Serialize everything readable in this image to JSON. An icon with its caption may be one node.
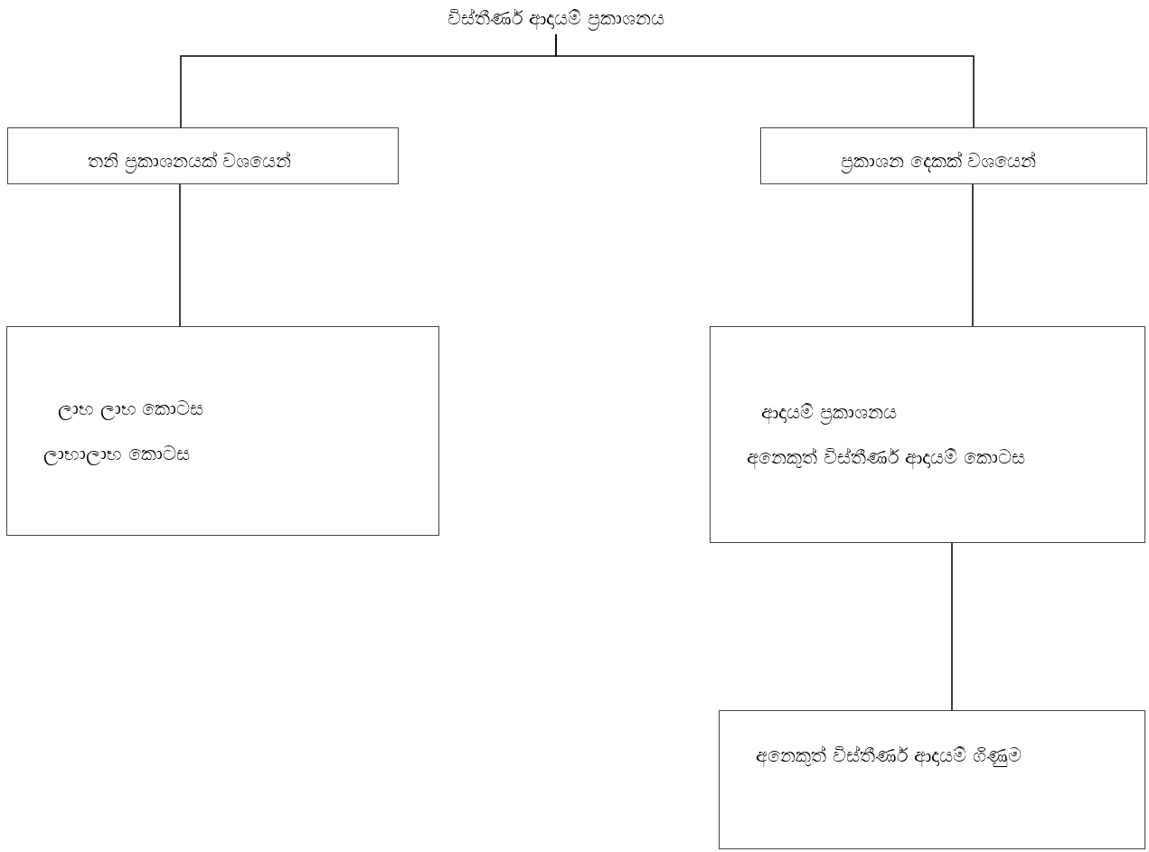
{
  "diagram": {
    "nodes": [
      {
        "text": [
          "විස්තීර්ණ ආදායම් ප්‍රකාශනය"
        ]
      },
      {
        "text": [
          "තනි ප්‍රකාශනයක් වශයෙන්"
        ]
      },
      {
        "text": [
          "ප්‍රකාශන දෙකක් වශයෙන්"
        ]
      },
      {
        "text": [
          "ලාභ ලාභ කොටස",
          "ලාභාලාභ කොටස"
        ]
      },
      {
        "text": [
          "ආදායම් ප්‍රකාශනය",
          "අනෙකුත් විස්තීර්ණ ආදායම් කොටස"
        ]
      },
      {
        "text": [
          "අනෙකුත් විස්තීර්ණ ආදායම් ගිණුම"
        ]
      }
    ],
    "edges": [
      {
        "from": 0,
        "to": 1,
        "arrow": "none"
      },
      {
        "from": 0,
        "to": 2,
        "arrow": "none"
      },
      {
        "from": 1,
        "to": 3,
        "arrow": "none"
      },
      {
        "from": 2,
        "to": 4,
        "arrow": "none"
      },
      {
        "from": 4,
        "to": 5,
        "arrow": "none"
      }
    ]
  }
}
